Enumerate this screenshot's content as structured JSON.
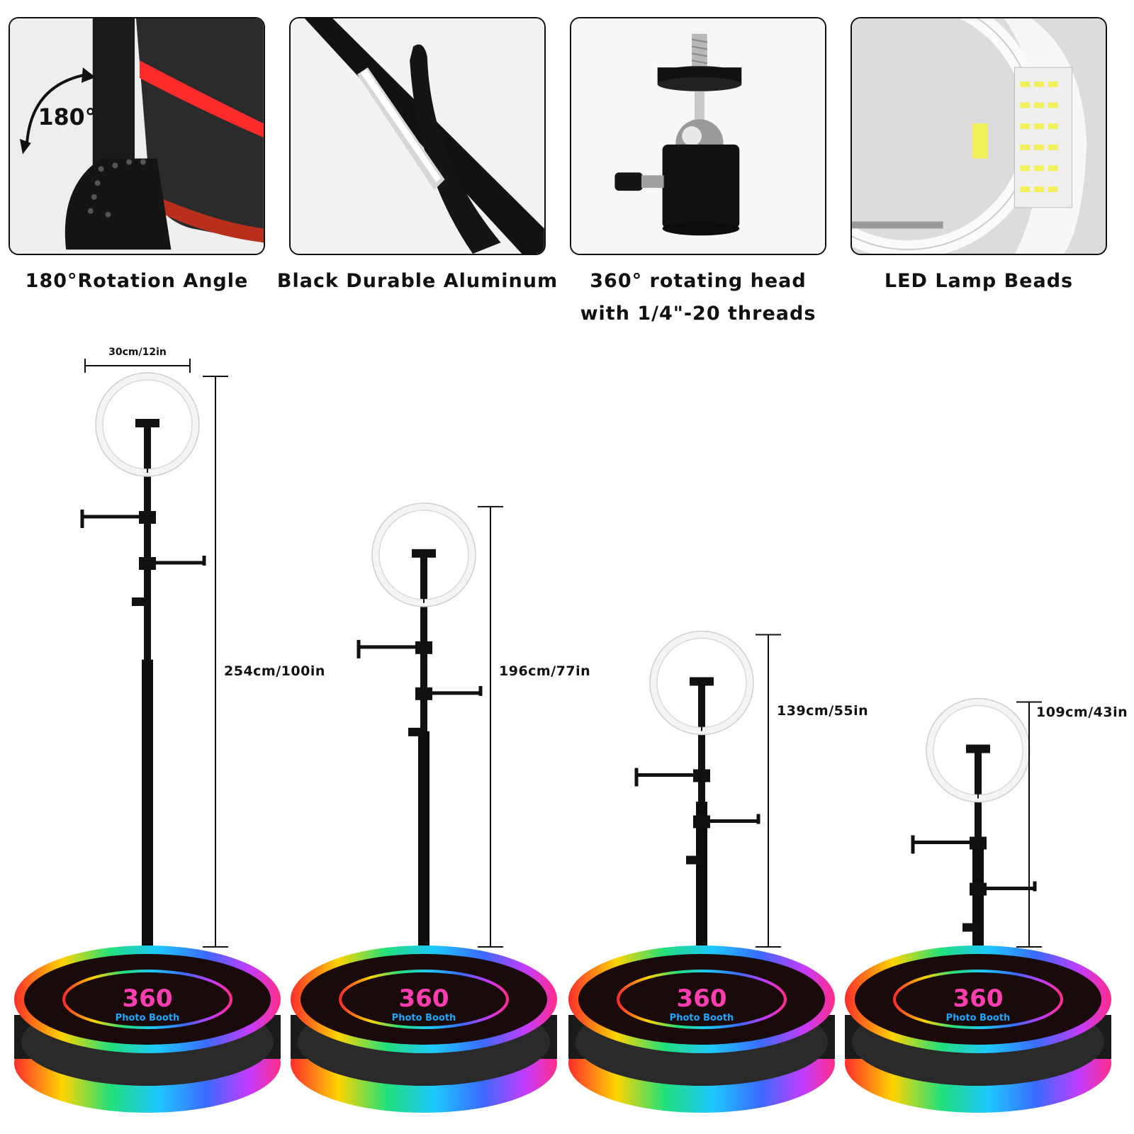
{
  "features": [
    {
      "caption_lines": [
        "180°Rotation Angle"
      ],
      "image_label": "180°",
      "icon": "rotation-arrow-icon"
    },
    {
      "caption_lines": [
        "Black Durable Aluminum"
      ],
      "icon": "aluminum-tube-icon"
    },
    {
      "caption_lines": [
        "360° rotating head",
        "with 1/4\"-20 threads"
      ],
      "icon": "ball-head-icon"
    },
    {
      "caption_lines": [
        "LED Lamp Beads"
      ],
      "icon": "led-ring-icon"
    }
  ],
  "ring_width_label": "30cm/12in",
  "stands": [
    {
      "height_label": "254cm/100in",
      "height_cm": 254
    },
    {
      "height_label": "196cm/77in",
      "height_cm": 196
    },
    {
      "height_label": "139cm/55in",
      "height_cm": 139
    },
    {
      "height_label": "109cm/43in",
      "height_cm": 109
    }
  ],
  "platform_logo": {
    "number": "360",
    "text": "Photo Booth"
  },
  "colors": {
    "outline": "#111111",
    "rgb_ring": [
      "#ff2d2d",
      "#ffd400",
      "#22e07a",
      "#1ec8ff",
      "#3a6bff",
      "#c23cff",
      "#ff2d8a"
    ],
    "logo_text": "#1ea7ff",
    "led": "#f2f05a"
  }
}
